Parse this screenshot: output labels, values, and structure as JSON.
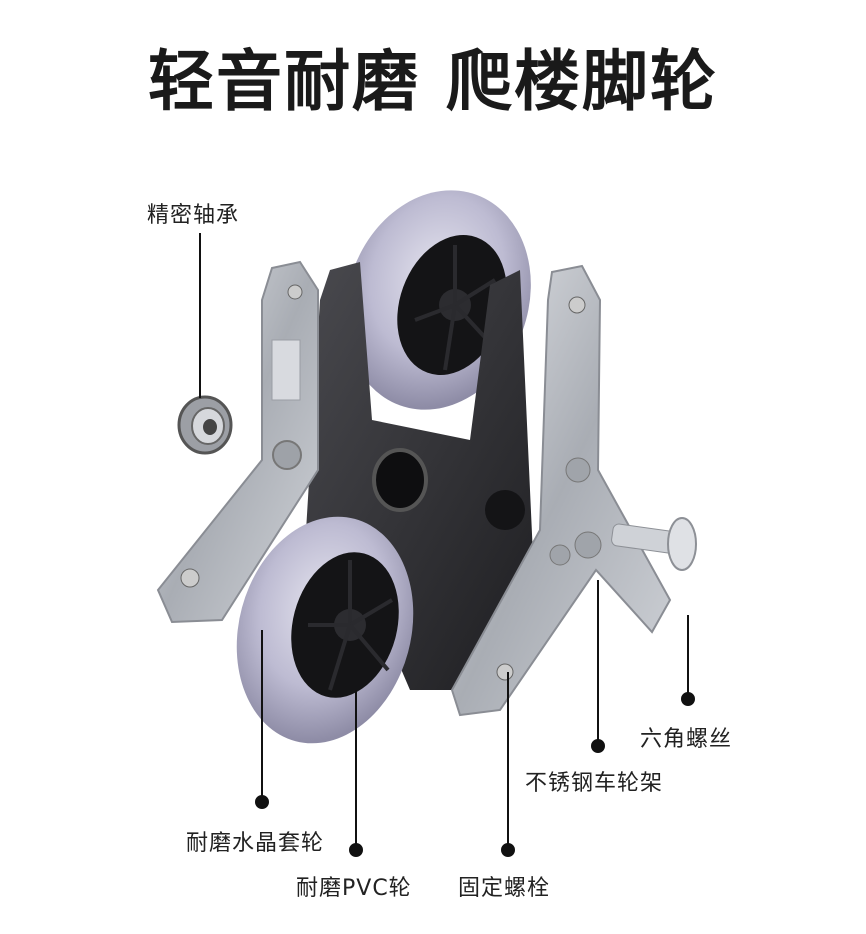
{
  "title": {
    "part1": "轻音耐磨",
    "part2": "爬楼脚轮"
  },
  "callouts": {
    "bearing": "精密轴承",
    "hex_screw": "六角螺丝",
    "stainless_frame": "不锈钢车轮架",
    "crystal_wheel": "耐磨水晶套轮",
    "pvc_wheel": "耐磨PVC轮",
    "fixing_bolt": "固定螺栓"
  },
  "colors": {
    "text": "#1a1a1a",
    "leader": "#111111",
    "metal": "#b9bcc2",
    "dark_frame": "#2b2b2e",
    "wheel_tire": "#b8b6cc"
  }
}
